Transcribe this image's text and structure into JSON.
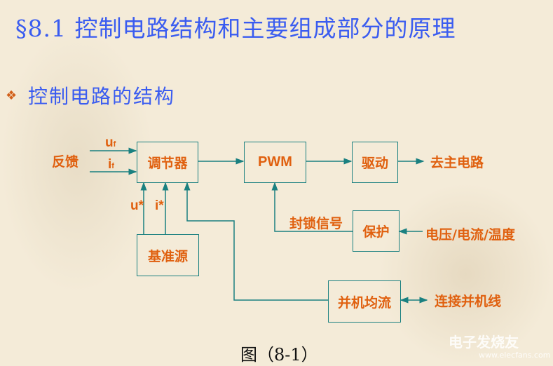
{
  "title": "§8.1 控制电路结构和主要组成部分的原理",
  "subtitle": "控制电路的结构",
  "bullet_icon": "diamond-bullet-icon",
  "diagram": {
    "blocks": {
      "regulator": "调节器",
      "pwm": "PWM",
      "driver": "驱动",
      "reference": "基准源",
      "protection": "保护",
      "parallel": "并机均流"
    },
    "labels": {
      "feedback": "反馈",
      "uf": "u",
      "uf_sub": "f",
      "if": "i",
      "if_sub": "f",
      "ustar": "u*",
      "istar": "i*",
      "to_main": "去主电路",
      "lock_signal": "封锁信号",
      "sensors": "电压/电流/温度",
      "parallel_line": "连接并机线"
    }
  },
  "caption": "图（8-1）",
  "watermark": {
    "brand": "电子发烧友",
    "url": "www.elecfans.com"
  },
  "colors": {
    "title": "#3a5cf0",
    "label": "#e0600f",
    "line": "#1a8080"
  }
}
